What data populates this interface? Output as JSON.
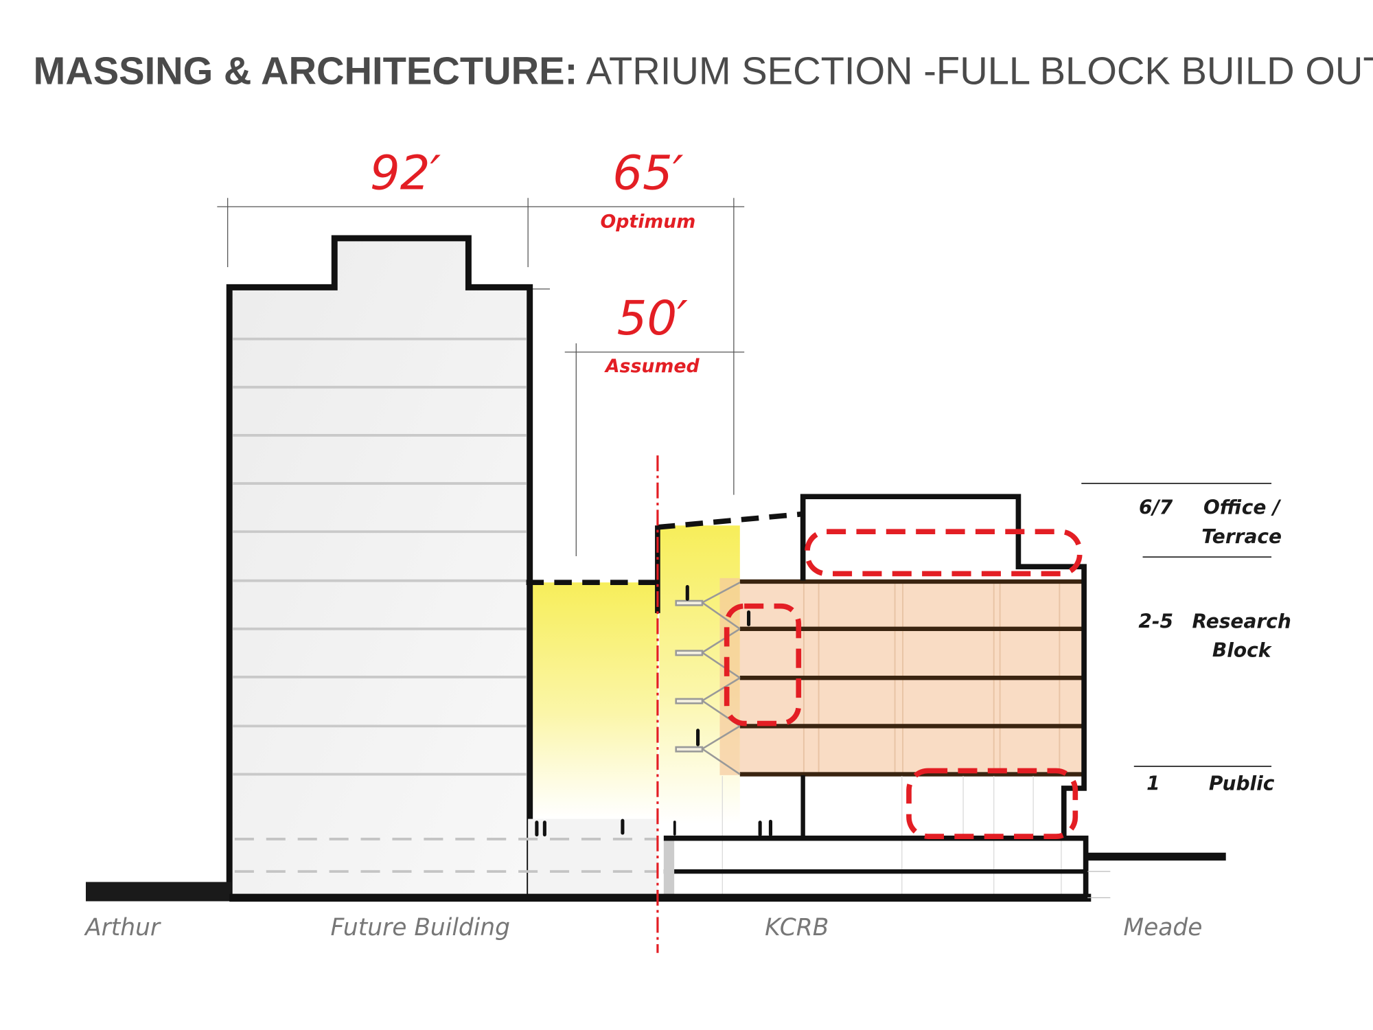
{
  "title": {
    "bold": "MASSING & ARCHITECTURE:",
    "regular": " ATRIUM SECTION -FULL BLOCK BUILD OUT"
  },
  "dimensions": {
    "tower_width": "92′",
    "optimum_value": "65′",
    "optimum_label": "Optimum",
    "assumed_value": "50′",
    "assumed_label": "Assumed"
  },
  "levels": [
    {
      "floors": "6/7",
      "line1": "Office /",
      "line2": "Terrace"
    },
    {
      "floors": "2-5",
      "line1": "Research",
      "line2": "Block"
    },
    {
      "floors": "1",
      "line1": "Public",
      "line2": ""
    }
  ],
  "street_labels": {
    "left": "Arthur",
    "future": "Future Building",
    "kcrb": "KCRB",
    "right": "Meade"
  },
  "colors": {
    "accent_red": "#e31e24",
    "atrium_yellow": "#f7ee5a",
    "research_fill": "#f9dcc4",
    "floor_brown": "#3a2410"
  }
}
